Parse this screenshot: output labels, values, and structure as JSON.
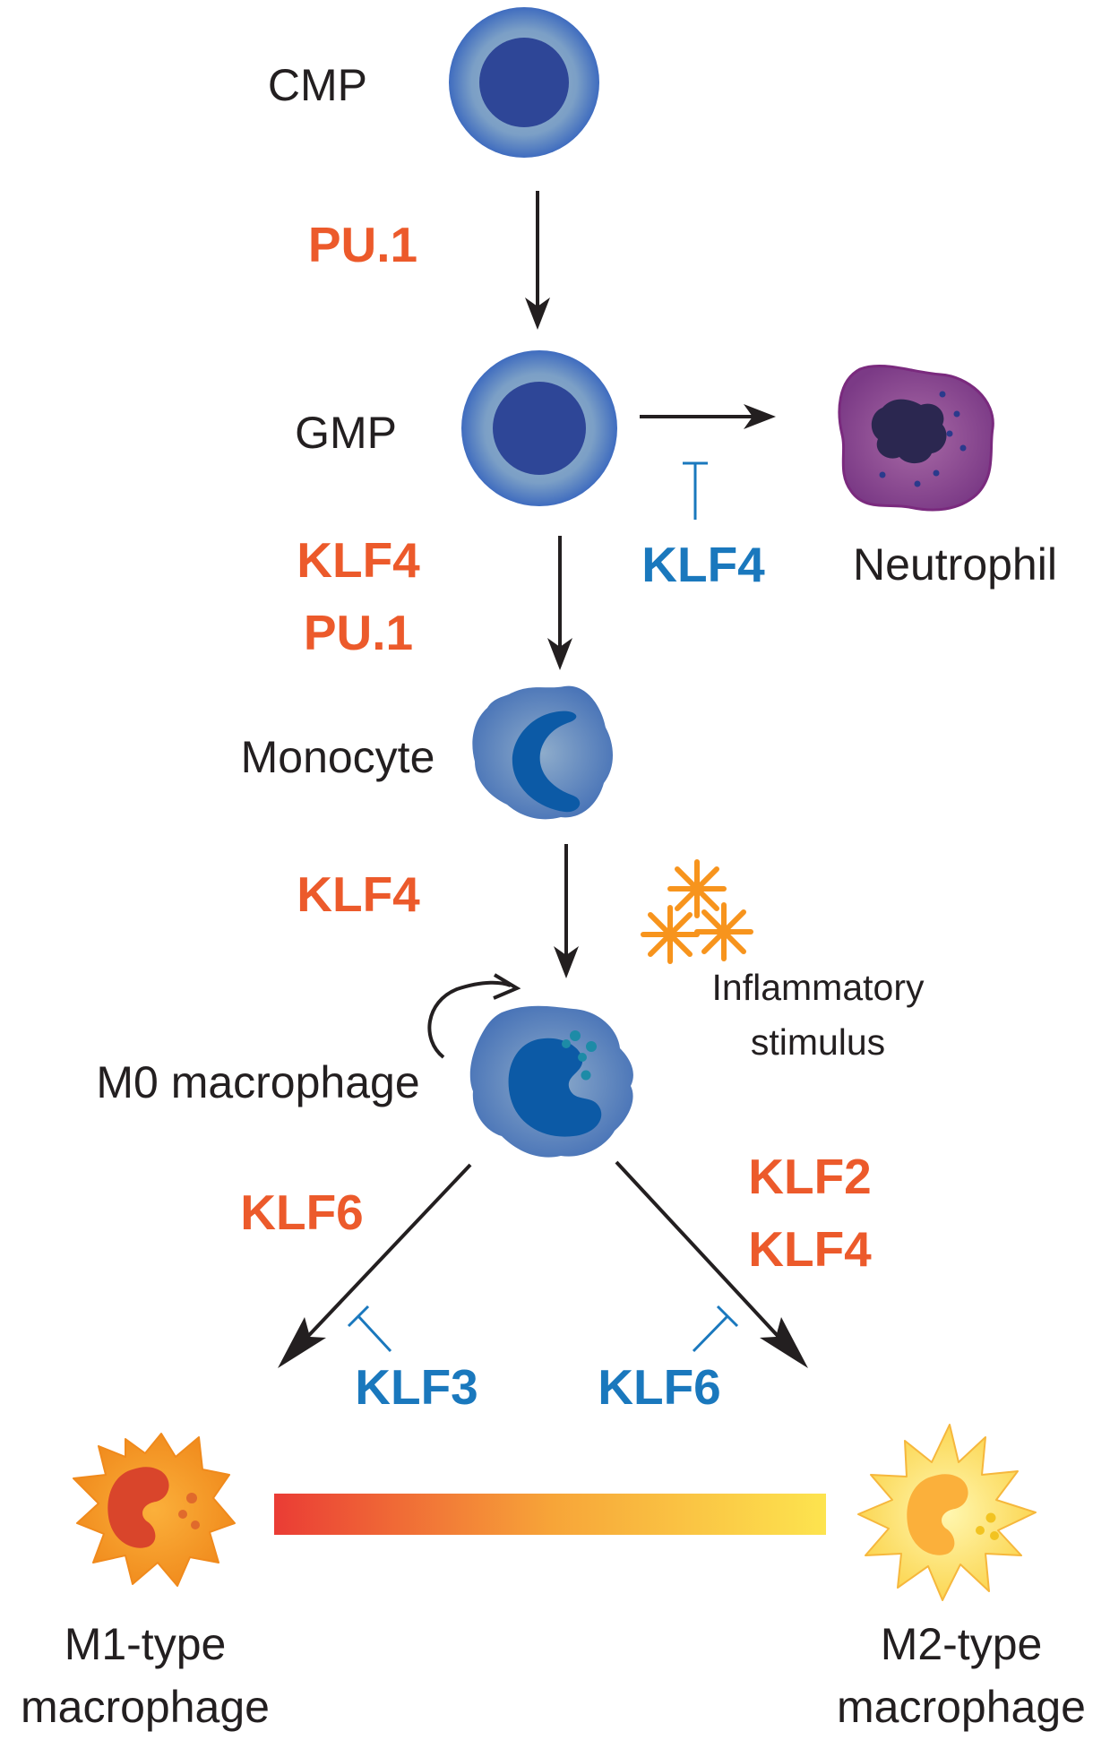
{
  "cells": {
    "cmp": "CMP",
    "gmp": "GMP",
    "neutrophil": "Neutrophil",
    "monocyte": "Monocyte",
    "m0": "M0 macrophage",
    "stimulus_line1": "Inflammatory",
    "stimulus_line2": "stimulus",
    "m1_line1": "M1-type",
    "m1_line2": "macrophage",
    "m2_line1": "M2-type",
    "m2_line2": "macrophage"
  },
  "factors": {
    "cmp_to_gmp": [
      "PU.1"
    ],
    "gmp_to_monocyte": [
      "KLF4",
      "PU.1"
    ],
    "gmp_to_neutrophil_inhibitor": "KLF4",
    "monocyte_to_m0": [
      "KLF4"
    ],
    "m0_to_m1": [
      "KLF6"
    ],
    "m0_to_m1_inhibitor": "KLF3",
    "m0_to_m2": [
      "KLF2",
      "KLF4"
    ],
    "m0_to_m2_inhibitor": "KLF6"
  },
  "colors": {
    "promoter": "#ec5a2b",
    "inhibitor": "#1a78bd",
    "arrow": "#231f20",
    "gradient_start": "#ea3c35",
    "gradient_end": "#fde44f"
  }
}
